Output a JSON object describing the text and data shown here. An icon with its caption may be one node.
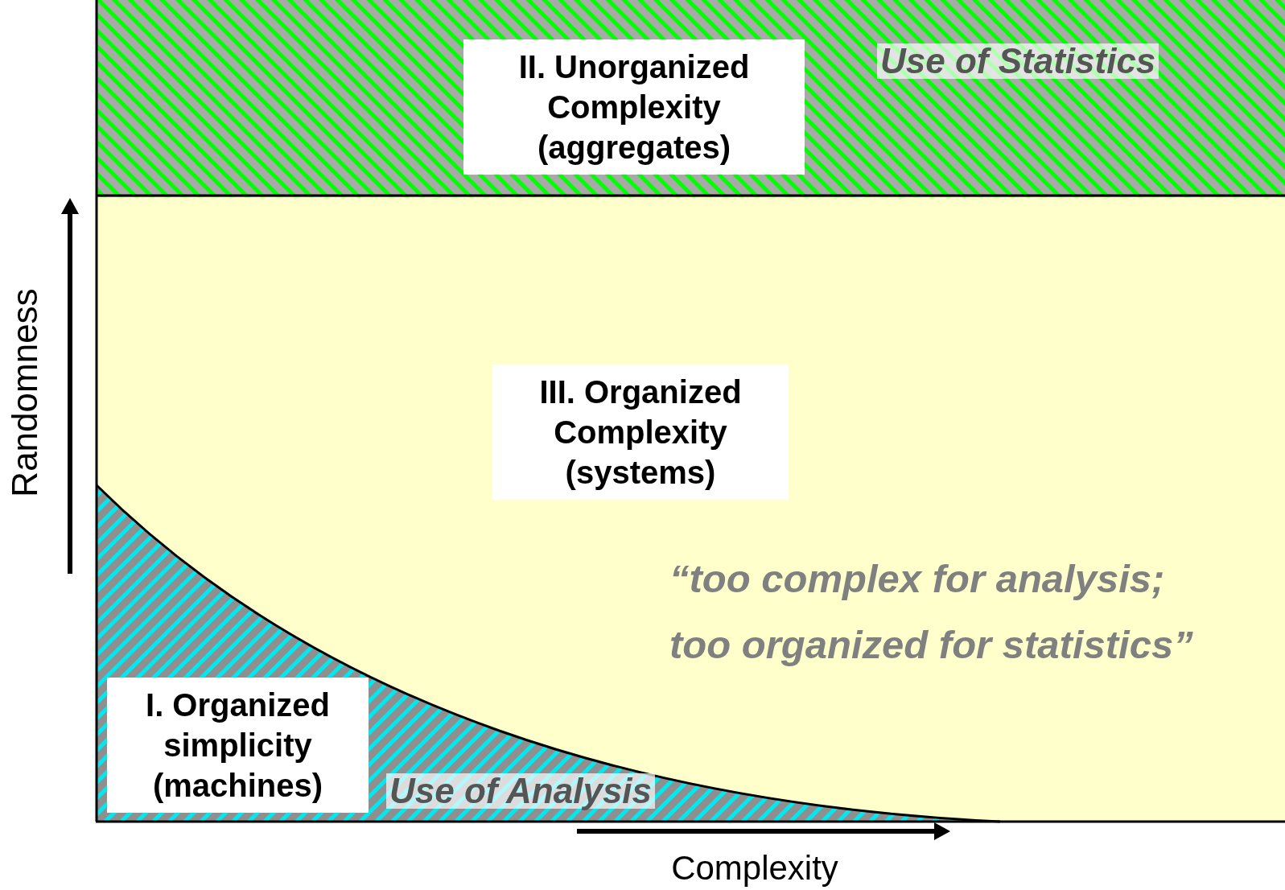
{
  "diagram": {
    "nodes": [
      {
        "text": [
          "II.  Unorganized Complexity (aggregates)"
        ]
      },
      {
        "text": [
          "III.  Organized Complexity (systems)"
        ]
      },
      {
        "text": [
          "I. Organized simplicity (machines)"
        ]
      }
    ],
    "labels": [
      "Use of Statistics",
      "“too complex for analysis; too organized for statistics”",
      "Use of Analysis",
      "Randomness",
      "Complexity"
    ]
  }
}
